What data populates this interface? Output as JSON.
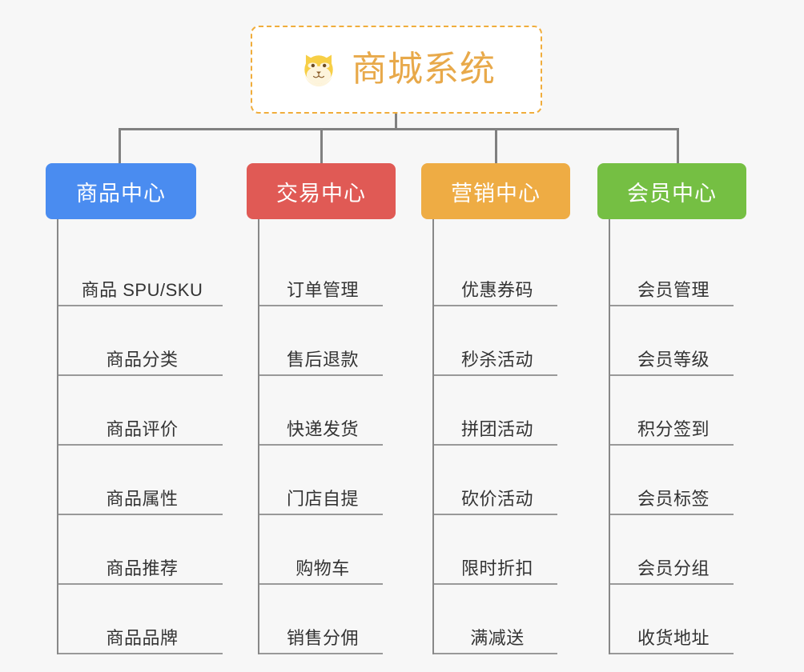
{
  "diagram": {
    "type": "org-chart",
    "background_color": "#f7f7f7",
    "connector_color": "#808080"
  },
  "root": {
    "title": "商城系统",
    "icon": "shiba-dog-face-icon",
    "text_color": "#e8a94a",
    "border_color": "#f0ad3c",
    "background_color": "#ffffff"
  },
  "categories": [
    {
      "label": "商品中心",
      "color": "#4a8cf0",
      "items": [
        "商品 SPU/SKU",
        "商品分类",
        "商品评价",
        "商品属性",
        "商品推荐",
        "商品品牌"
      ]
    },
    {
      "label": "交易中心",
      "color": "#e05a55",
      "items": [
        "订单管理",
        "售后退款",
        "快递发货",
        "门店自提",
        "购物车",
        "销售分佣"
      ]
    },
    {
      "label": "营销中心",
      "color": "#eeac44",
      "items": [
        "优惠券码",
        "秒杀活动",
        "拼团活动",
        "砍价活动",
        "限时折扣",
        "满减送"
      ]
    },
    {
      "label": "会员中心",
      "color": "#75bf43",
      "items": [
        "会员管理",
        "会员等级",
        "积分签到",
        "会员标签",
        "会员分组",
        "收货地址"
      ]
    }
  ]
}
